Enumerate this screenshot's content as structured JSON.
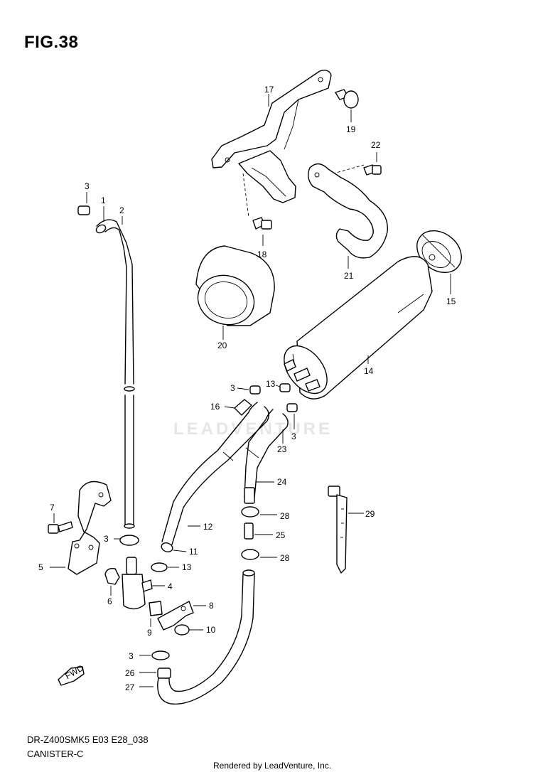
{
  "figure_title": "FIG.38",
  "model_code": "DR-Z400SMK5 E03 E28_038",
  "section_name": "CANISTER-C",
  "credit": "Rendered by LeadVenture, Inc.",
  "watermark": "LEADVENTURE",
  "fwd_label": "FWD",
  "callouts": {
    "c1": "1",
    "c2": "2",
    "c3a": "3",
    "c3b": "3",
    "c3c": "3",
    "c3d": "3",
    "c3e": "3",
    "c4": "4",
    "c5": "5",
    "c6": "6",
    "c7": "7",
    "c8": "8",
    "c9": "9",
    "c10": "10",
    "c11": "11",
    "c12": "12",
    "c13a": "13",
    "c13b": "13",
    "c14": "14",
    "c15": "15",
    "c16": "16",
    "c17": "17",
    "c18": "18",
    "c19": "19",
    "c20": "20",
    "c21": "21",
    "c22": "22",
    "c23": "23",
    "c24": "24",
    "c25": "25",
    "c26": "26",
    "c27": "27",
    "c28a": "28",
    "c28b": "28",
    "c29": "29"
  }
}
